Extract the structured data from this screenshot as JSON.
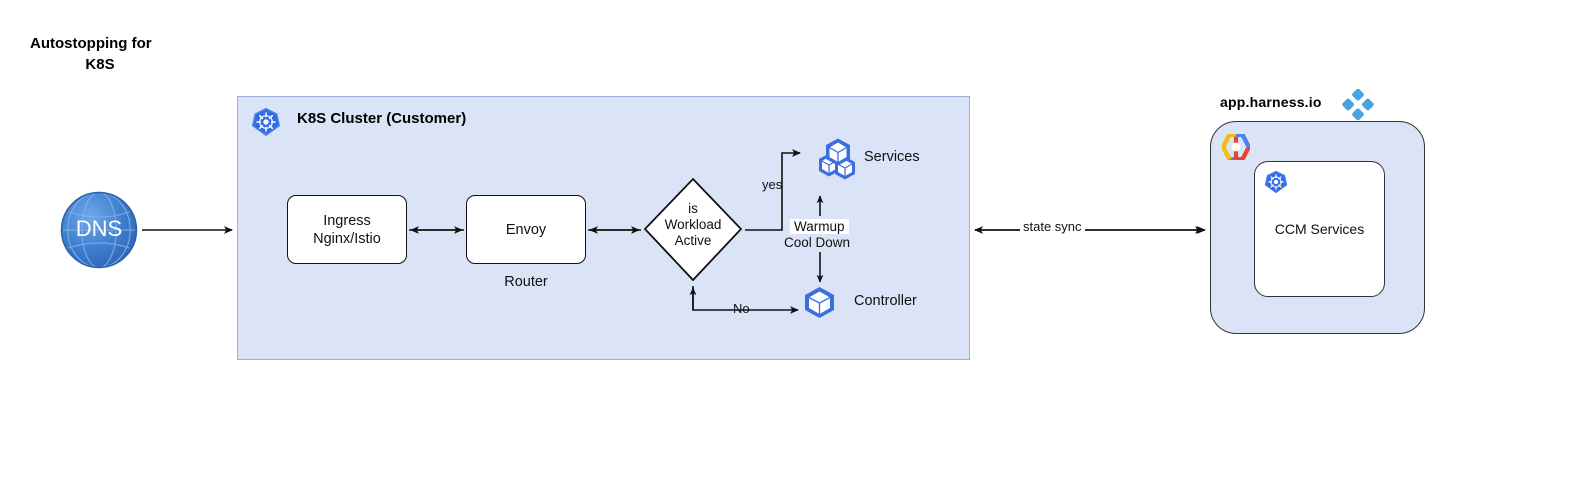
{
  "title": {
    "line1": "Autostopping for",
    "line2": "K8S"
  },
  "cluster": {
    "label": "K8S Cluster (Customer)",
    "icon": "kubernetes-icon",
    "fill": "#dbe4f7",
    "border": "#9aaed6"
  },
  "nodes": {
    "dns": {
      "label": "DNS",
      "icon": "globe-icon",
      "color": "#3d7cc9"
    },
    "ingress": {
      "label_line1": "Ingress",
      "label_line2": "Nginx/Istio"
    },
    "envoy": {
      "label": "Envoy",
      "caption": "Router"
    },
    "decision": {
      "line1": "is",
      "line2": "Workload",
      "line3": "Active"
    },
    "services": {
      "caption": "Services",
      "icon": "services-cubes-icon",
      "color": "#3b6fe0"
    },
    "controller": {
      "caption": "Controller",
      "icon": "cube-hexagon-icon",
      "color": "#3b6fe0"
    }
  },
  "edges": {
    "yes": "yes",
    "no": "No",
    "state_sync": "state sync",
    "warmup": "Warmup",
    "cooldown": "Cool Down"
  },
  "harness": {
    "label": "app.harness.io",
    "logo": "harness-logo-icon",
    "cloud_icon": "google-cloud-icon",
    "inner": {
      "label": "CCM Services",
      "icon": "kubernetes-icon"
    },
    "fill": "#dbe4f7",
    "border": "#333333"
  },
  "colors": {
    "panel_fill": "#dbe4f7",
    "k8s_blue": "#326ce5",
    "harness_blue": "#4aa3e0",
    "stroke": "#111111"
  }
}
